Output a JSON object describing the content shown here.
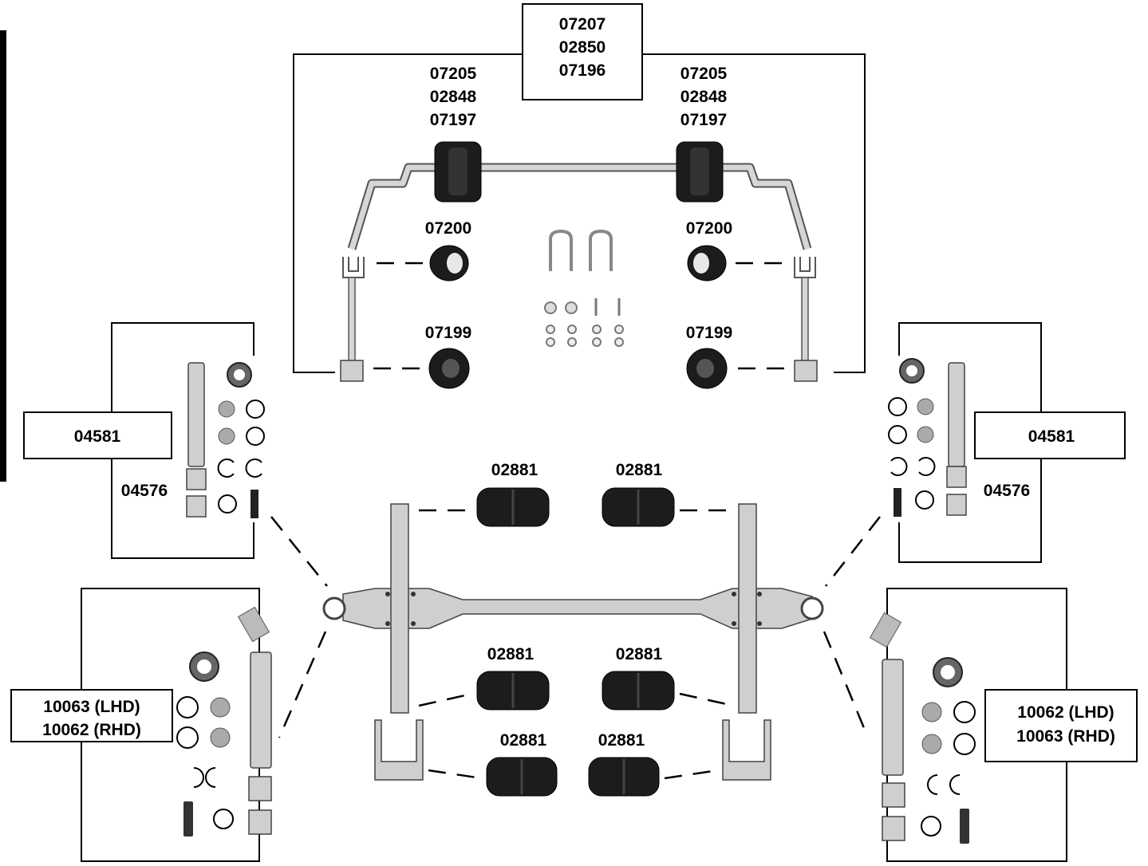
{
  "diagram": {
    "colors": {
      "rubber": "#1c1c1c",
      "metal": "#cfcfcf",
      "frame": "#000000"
    },
    "top_box": {
      "lines": [
        "07207",
        "02850",
        "07196"
      ]
    },
    "stabilizer_bush_left": {
      "lines": [
        "07205",
        "02848",
        "07197"
      ]
    },
    "stabilizer_bush_right": {
      "lines": [
        "07205",
        "02848",
        "07197"
      ]
    },
    "link_upper_left": "07200",
    "link_upper_right": "07200",
    "link_lower_left": "07199",
    "link_lower_right": "07199",
    "kingpin_left": {
      "box": "04581",
      "bush": "04576"
    },
    "kingpin_right": {
      "box": "04581",
      "bush": "04576"
    },
    "axle_bushes": {
      "top_left": "02881",
      "top_right": "02881",
      "mid_left": "02881",
      "mid_right": "02881",
      "bottom_left": "02881",
      "bottom_right": "02881"
    },
    "kit_left": {
      "lines": [
        "10063 (LHD)",
        "10062 (RHD)"
      ]
    },
    "kit_right": {
      "lines": [
        "10062 (LHD)",
        "10063 (RHD)"
      ]
    }
  }
}
